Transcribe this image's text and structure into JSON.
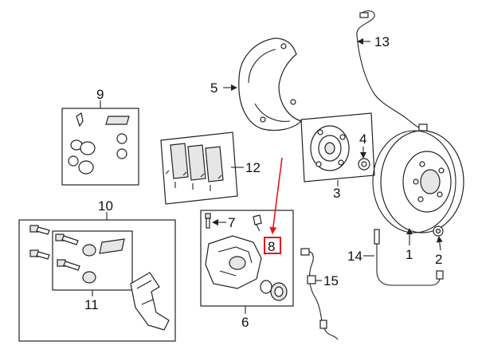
{
  "callouts": {
    "c1": "1",
    "c2": "2",
    "c3": "3",
    "c4": "4",
    "c5": "5",
    "c6": "6",
    "c7": "7",
    "c8": "8",
    "c9": "9",
    "c10": "10",
    "c11": "11",
    "c12": "12",
    "c13": "13",
    "c14": "14",
    "c15": "15"
  },
  "colors": {
    "highlight": "#e8141b",
    "line": "#222222"
  }
}
